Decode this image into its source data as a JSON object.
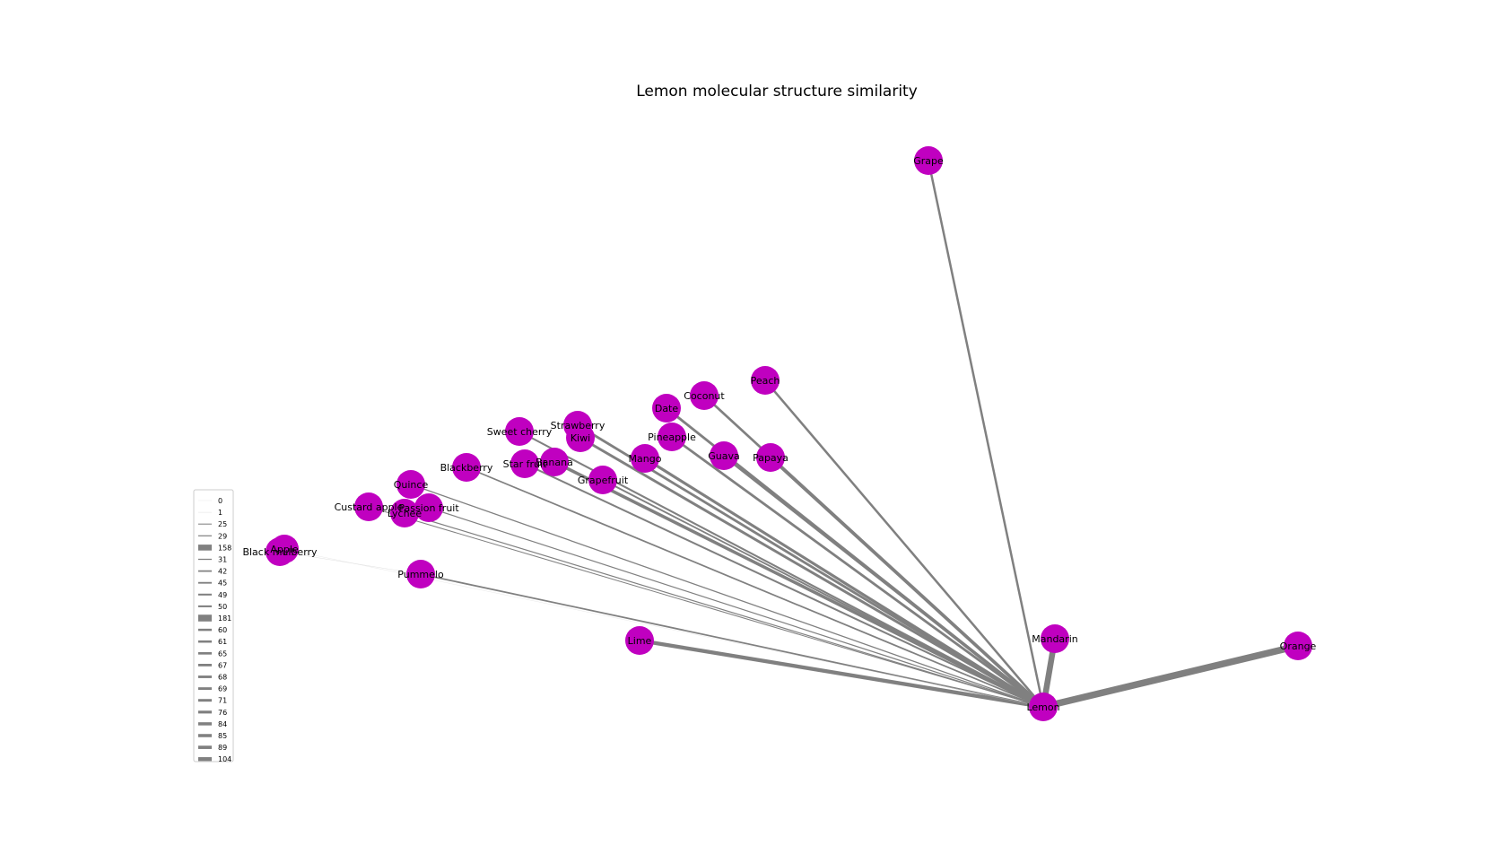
{
  "title": "Lemon molecular structure similarity",
  "colors": {
    "node": "#c000c0",
    "edge": "#808080",
    "background": "#ffffff"
  },
  "nodes": [
    {
      "name": "Grape"
    },
    {
      "name": "Peach"
    },
    {
      "name": "Coconut"
    },
    {
      "name": "Date"
    },
    {
      "name": "Pineapple"
    },
    {
      "name": "Guava"
    },
    {
      "name": "Papaya"
    },
    {
      "name": "Mango"
    },
    {
      "name": "Strawberry"
    },
    {
      "name": "Kiwi"
    },
    {
      "name": "Sweet cherry"
    },
    {
      "name": "Banana"
    },
    {
      "name": "Star fruit"
    },
    {
      "name": "Grapefruit"
    },
    {
      "name": "Blackberry"
    },
    {
      "name": "Quince"
    },
    {
      "name": "Custard apple"
    },
    {
      "name": "Lychee"
    },
    {
      "name": "Passion fruit"
    },
    {
      "name": "Apple"
    },
    {
      "name": "Black mulberry"
    },
    {
      "name": "Pummelo"
    },
    {
      "name": "Lime"
    },
    {
      "name": "Mandarin"
    },
    {
      "name": "Orange"
    },
    {
      "name": "Lemon"
    }
  ],
  "edges": [
    {
      "source": "Lemon",
      "target": "Orange",
      "weight": 181
    },
    {
      "source": "Lemon",
      "target": "Mandarin",
      "weight": 158
    },
    {
      "source": "Lemon",
      "target": "Lime",
      "weight": 104
    },
    {
      "source": "Lemon",
      "target": "Grape",
      "weight": 60
    },
    {
      "source": "Lemon",
      "target": "Peach",
      "weight": 61
    },
    {
      "source": "Lemon",
      "target": "Coconut",
      "weight": 65
    },
    {
      "source": "Lemon",
      "target": "Date",
      "weight": 69
    },
    {
      "source": "Lemon",
      "target": "Pineapple",
      "weight": 67
    },
    {
      "source": "Lemon",
      "target": "Guava",
      "weight": 85
    },
    {
      "source": "Lemon",
      "target": "Papaya",
      "weight": 89
    },
    {
      "source": "Lemon",
      "target": "Mango",
      "weight": 76
    },
    {
      "source": "Lemon",
      "target": "Strawberry",
      "weight": 68
    },
    {
      "source": "Lemon",
      "target": "Kiwi",
      "weight": 71
    },
    {
      "source": "Lemon",
      "target": "Sweet cherry",
      "weight": 50
    },
    {
      "source": "Lemon",
      "target": "Banana",
      "weight": 84
    },
    {
      "source": "Lemon",
      "target": "Star fruit",
      "weight": 49
    },
    {
      "source": "Lemon",
      "target": "Grapefruit",
      "weight": 45
    },
    {
      "source": "Lemon",
      "target": "Blackberry",
      "weight": 42
    },
    {
      "source": "Lemon",
      "target": "Quince",
      "weight": 31
    },
    {
      "source": "Lemon",
      "target": "Custard apple",
      "weight": 25
    },
    {
      "source": "Lemon",
      "target": "Lychee",
      "weight": 29
    },
    {
      "source": "Lemon",
      "target": "Passion fruit",
      "weight": 29
    },
    {
      "source": "Lemon",
      "target": "Pummelo",
      "weight": 42
    },
    {
      "source": "Lemon",
      "target": "Apple",
      "weight": 0
    },
    {
      "source": "Pummelo",
      "target": "Black mulberry",
      "weight": 1
    }
  ],
  "legend": {
    "placement": "lower-left",
    "entries": [
      "0",
      "1",
      "25",
      "29",
      "158",
      "31",
      "42",
      "45",
      "49",
      "50",
      "181",
      "60",
      "61",
      "65",
      "67",
      "68",
      "69",
      "71",
      "76",
      "84",
      "85",
      "89",
      "104"
    ]
  }
}
